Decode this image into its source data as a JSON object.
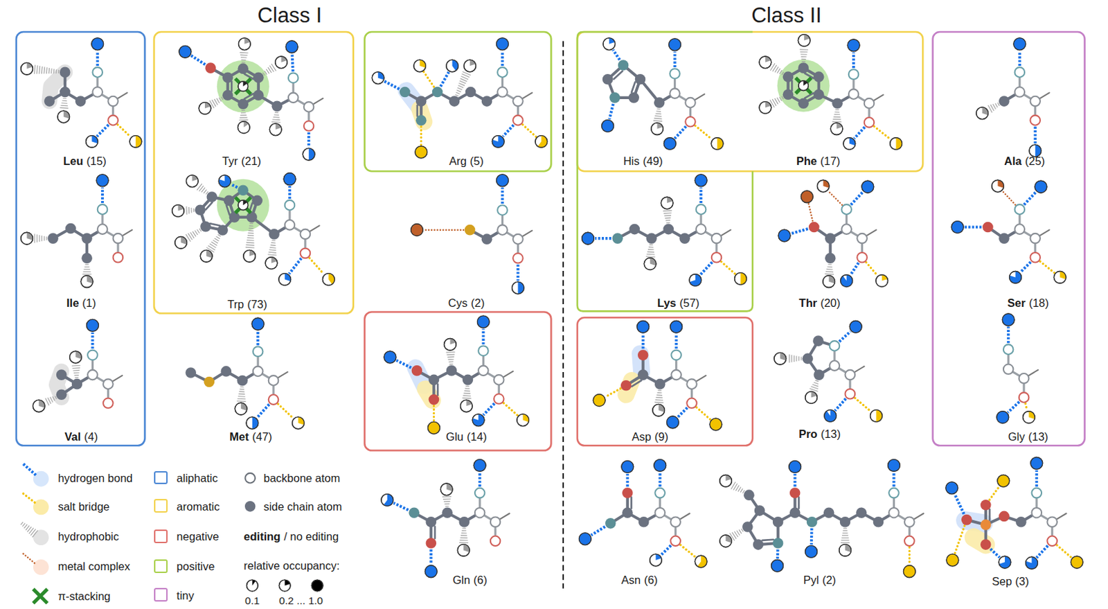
{
  "diagram": {
    "labels": [
      "Class I",
      "Class II",
      "Leu",
      "(15)",
      "Tyr",
      "(21)",
      "Arg",
      "(5)",
      "His",
      "(49)",
      "Phe",
      "(17)",
      "Ala",
      "(25)",
      "Ile",
      "(1)",
      "Trp",
      "(73)",
      "Cys",
      "(2)",
      "Lys",
      "(57)",
      "Thr",
      "(20)",
      "Ser",
      "(18)",
      "Val",
      "(4)",
      "Met",
      "(47)",
      "Glu",
      "(14)",
      "Asp",
      "(9)",
      "Pro",
      "(13)",
      "Gly",
      "(13)",
      "Gln",
      "(6)",
      "Asn",
      "(6)",
      "Pyl",
      "(2)",
      "Sep",
      "(3)",
      "editing",
      "/ no editing",
      "relative occupancy:",
      "0.1",
      "0.2 ... 1.0"
    ],
    "legend": [
      {
        "text": "hydrogen bond"
      },
      {
        "text": "salt bridge"
      },
      {
        "text": "hydrophobic"
      },
      {
        "text": "metal complex"
      },
      {
        "text": "π-stacking"
      },
      {
        "text": "aliphatic",
        "color": "#4a86d4"
      },
      {
        "text": "aromatic",
        "color": "#f2d24b"
      },
      {
        "text": "negative",
        "color": "#e0706b"
      },
      {
        "text": "positive",
        "color": "#a9d04a"
      },
      {
        "text": "tiny",
        "color": "#c47fc6"
      },
      {
        "text": "backbone atom"
      },
      {
        "text": "side chain atom"
      }
    ]
  }
}
